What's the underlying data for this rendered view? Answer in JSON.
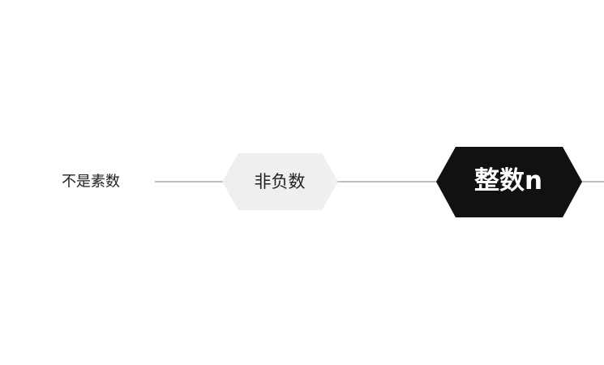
{
  "diagram": {
    "nodes": [
      {
        "id": "not-prime",
        "label": "不是素数",
        "style": "plain"
      },
      {
        "id": "non-negative",
        "label": "非负数",
        "style": "light-hexagon"
      },
      {
        "id": "integer-n",
        "label": "整数n",
        "style": "dark-hexagon"
      }
    ]
  },
  "colors": {
    "line": "#bfbfbf",
    "light_hexagon_fill": "#efefef",
    "dark_hexagon_fill": "#111111",
    "dark_text": "#222222",
    "light_text": "#ffffff"
  }
}
